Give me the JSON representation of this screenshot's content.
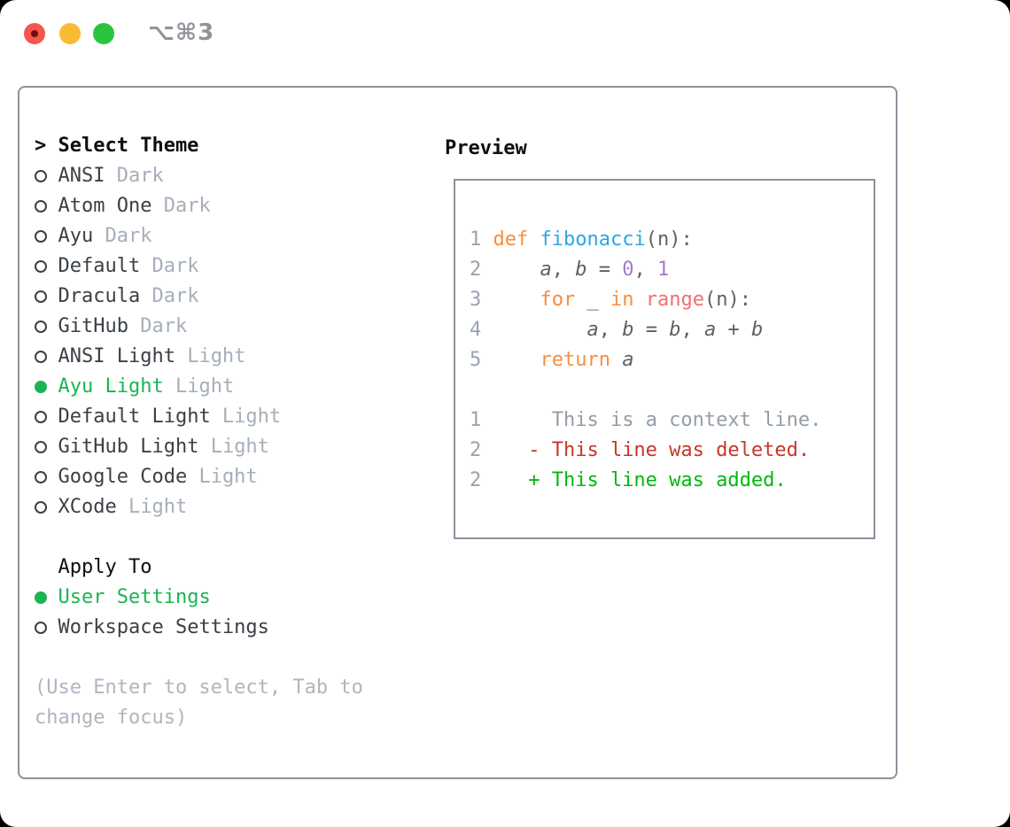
{
  "window": {
    "shortcut": "⌥⌘3"
  },
  "theme_selector": {
    "prompt": ">",
    "title": "Select Theme",
    "themes": [
      {
        "name": "ANSI",
        "tag": "Dark",
        "selected": false
      },
      {
        "name": "Atom One",
        "tag": "Dark",
        "selected": false
      },
      {
        "name": "Ayu",
        "tag": "Dark",
        "selected": false
      },
      {
        "name": "Default",
        "tag": "Dark",
        "selected": false
      },
      {
        "name": "Dracula",
        "tag": "Dark",
        "selected": false
      },
      {
        "name": "GitHub",
        "tag": "Dark",
        "selected": false
      },
      {
        "name": "ANSI Light",
        "tag": "Light",
        "selected": false
      },
      {
        "name": "Ayu Light",
        "tag": "Light",
        "selected": true
      },
      {
        "name": "Default Light",
        "tag": "Light",
        "selected": false
      },
      {
        "name": "GitHub Light",
        "tag": "Light",
        "selected": false
      },
      {
        "name": "Google Code",
        "tag": "Light",
        "selected": false
      },
      {
        "name": "XCode",
        "tag": "Light",
        "selected": false
      }
    ],
    "apply_title": "Apply To",
    "apply_options": [
      {
        "name": "User Settings",
        "selected": true
      },
      {
        "name": "Workspace Settings",
        "selected": false
      }
    ],
    "hint_lines": [
      "(Use Enter to select, Tab to",
      "change focus)"
    ]
  },
  "preview": {
    "title": "Preview",
    "lines": [
      {
        "no": "1",
        "tokens": [
          [
            "fg",
            " "
          ],
          [
            "kw",
            "def"
          ],
          [
            "fg",
            " "
          ],
          [
            "fn",
            "fibonacci"
          ],
          [
            "fg",
            "(n):"
          ]
        ]
      },
      {
        "no": "2",
        "tokens": [
          [
            "fg",
            "     "
          ],
          [
            "var",
            "a"
          ],
          [
            "fg",
            ", "
          ],
          [
            "var",
            "b"
          ],
          [
            "fg",
            " = "
          ],
          [
            "numlit",
            "0"
          ],
          [
            "fg",
            ", "
          ],
          [
            "numlit",
            "1"
          ]
        ]
      },
      {
        "no": "3",
        "tokens": [
          [
            "fg",
            "     "
          ],
          [
            "kw",
            "for"
          ],
          [
            "fg",
            " _ "
          ],
          [
            "kw",
            "in"
          ],
          [
            "fg",
            " "
          ],
          [
            "call",
            "range"
          ],
          [
            "fg",
            "(n):"
          ]
        ]
      },
      {
        "no": "4",
        "tokens": [
          [
            "fg",
            "         "
          ],
          [
            "var",
            "a"
          ],
          [
            "fg",
            ", "
          ],
          [
            "var",
            "b"
          ],
          [
            "fg",
            " = "
          ],
          [
            "var",
            "b"
          ],
          [
            "fg",
            ", "
          ],
          [
            "var",
            "a"
          ],
          [
            "fg",
            " + "
          ],
          [
            "var",
            "b"
          ]
        ]
      },
      {
        "no": "5",
        "tokens": [
          [
            "fg",
            "     "
          ],
          [
            "kw",
            "return"
          ],
          [
            "fg",
            " "
          ],
          [
            "var",
            "a"
          ]
        ]
      },
      {
        "no": "",
        "tokens": []
      },
      {
        "no": "1",
        "tokens": [
          [
            "ctx",
            "      This is a context line."
          ]
        ]
      },
      {
        "no": "2",
        "tokens": [
          [
            "del",
            "    - This line was deleted."
          ]
        ]
      },
      {
        "no": "2",
        "tokens": [
          [
            "add",
            "    + This line was added."
          ]
        ]
      }
    ]
  },
  "colors": {
    "border": "#8b939c",
    "title": "#0c0f13",
    "item": "#3a4046",
    "tag": "#a6afba",
    "hint": "#aeb6c0",
    "select": "#1bb452",
    "kw": "#fa8d3e",
    "fn": "#2ca6e3",
    "call": "#f0706f",
    "numlit": "#a37acc",
    "fg": "#5c6166",
    "lineno": "#9aa3b0",
    "ctx": "#949da6",
    "del": "#c6372a",
    "add": "#00b80f",
    "tl_red": "#f4564e",
    "tl_red_dot": "#6d100c",
    "tl_yellow": "#f9bb33",
    "tl_green": "#2bc440",
    "shortcut": "#8f959b"
  }
}
